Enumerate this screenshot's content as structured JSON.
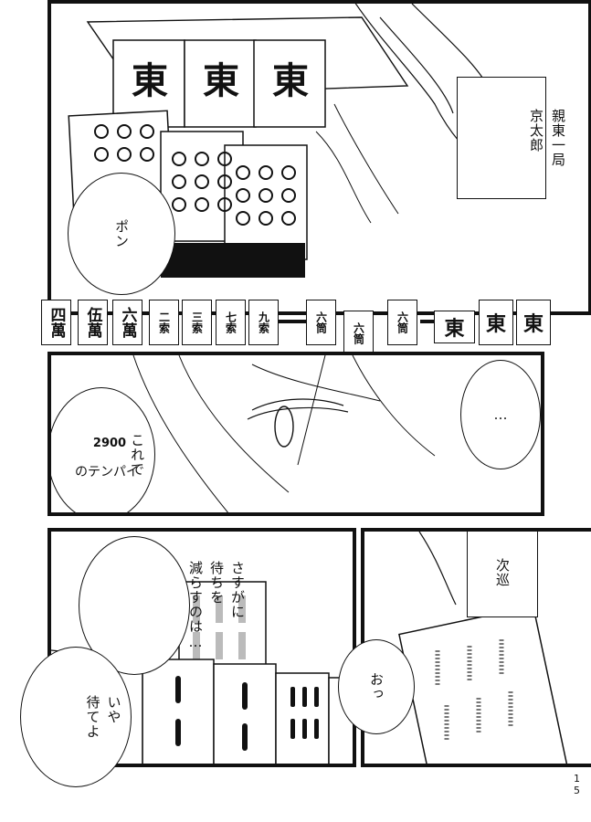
{
  "panel1": {
    "caption_lines": [
      "親東一局",
      "京太郎"
    ],
    "bubble_pon": "ポン",
    "tiles": [
      "東",
      "東",
      "東"
    ]
  },
  "hand_row": {
    "tiles": [
      "四萬",
      "伍萬",
      "六萬",
      "二索",
      "三索",
      "七索",
      "九索",
      "六筒",
      "六筒",
      "六筒",
      "東",
      "東",
      "東"
    ]
  },
  "panel2": {
    "bubble_tenpai": [
      "これで",
      "2900",
      "のテンパイ"
    ],
    "bubble_dots": "…"
  },
  "panel3": {
    "bubble_sasuga": [
      "さすがに",
      "待ちを",
      "減らすのは…"
    ],
    "bubble_iya": [
      "いや",
      "待てよ"
    ]
  },
  "panel4": {
    "caption": "次巡",
    "bubble_otsu": "おっ"
  },
  "page_number": "15"
}
